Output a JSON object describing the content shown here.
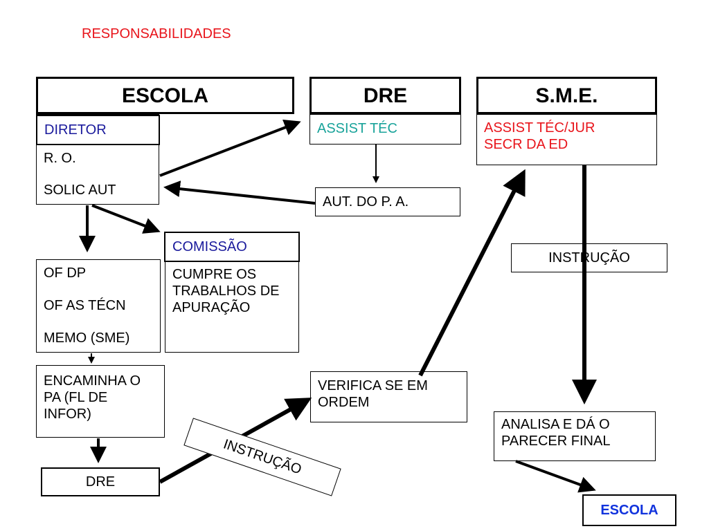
{
  "title": "RESPONSABILIDADES",
  "headers": {
    "escola": "ESCOLA",
    "dre": "DRE",
    "sme": "S.M.E."
  },
  "escola": {
    "diretor": "DIRETOR",
    "ro_lines": [
      "R. O.",
      "SOLIC AUT"
    ],
    "comissao": "COMISSÃO",
    "of_lines": [
      "OF  DP",
      "OF AS TÉCN",
      "MEMO (SME)"
    ],
    "cumpre": "CUMPRE OS TRABALHOS DE APURAÇÃO",
    "encaminha": "ENCAMINHA O PA (FL DE INFOR)",
    "dre_bottom": "DRE"
  },
  "dre": {
    "assist": "ASSIST TÉC",
    "aut": "AUT. DO P. A.",
    "verifica": "VERIFICA SE EM ORDEM",
    "instrucao": "INSTRUÇÃO"
  },
  "sme": {
    "assist_lines": [
      "ASSIST  TÉC/JUR",
      "SECR DA ED"
    ],
    "instrucao": "INSTRUÇÃO",
    "analisa": "ANALISA E DÁ O PARECER FINAL",
    "escola_final": "ESCOLA"
  },
  "colors": {
    "title": "#e8141b",
    "blue": "#1a1a9c",
    "teal": "#19a39a",
    "red": "#e8141b",
    "bright_blue": "#1133dd"
  }
}
